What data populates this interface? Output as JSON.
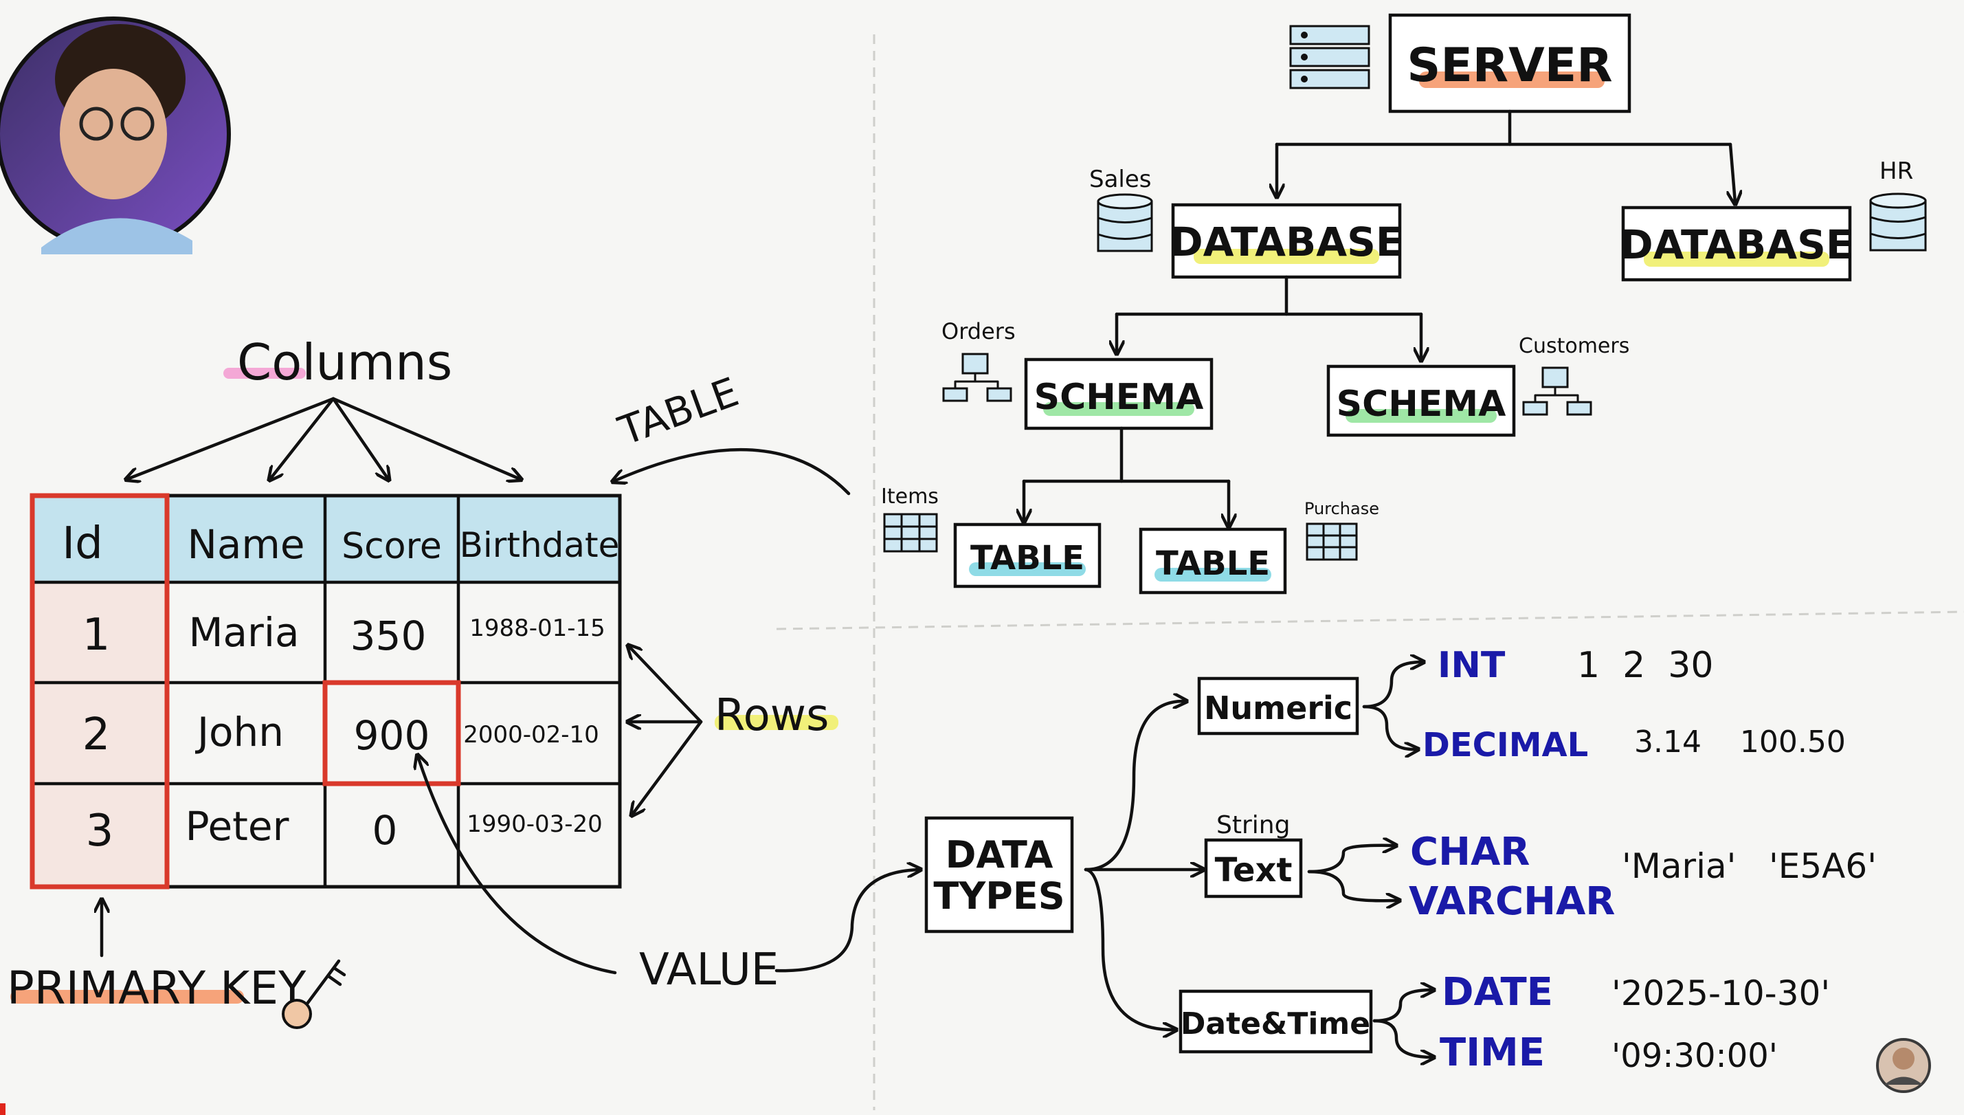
{
  "colors": {
    "table_header": "#c3e3ee",
    "key_column": "#f5e6e1",
    "primary_key_red": "#d9392b",
    "highlight_pink": "#f4a8d6",
    "highlight_yellow": "#f1f07a",
    "highlight_orange": "#f6a37a",
    "highlight_cyan": "#8fdbe6",
    "highlight_green": "#9fe7a6",
    "type_blue": "#1a1aa8"
  },
  "table_section": {
    "columns_label": "Columns",
    "table_label": "TABLE",
    "rows_label": "Rows",
    "primary_key_label": "PRIMARY KEY",
    "value_label": "VALUE",
    "headers": [
      "Id",
      "Name",
      "Score",
      "Birthdate"
    ],
    "rows": [
      [
        "1",
        "Maria",
        "350",
        "1988-01-15"
      ],
      [
        "2",
        "John",
        "900",
        "2000-02-10"
      ],
      [
        "3",
        "Peter",
        "0",
        "1990-03-20"
      ]
    ]
  },
  "hierarchy": {
    "server": "SERVER",
    "databases": [
      {
        "label": "DATABASE",
        "name": "Sales"
      },
      {
        "label": "DATABASE",
        "name": "HR"
      }
    ],
    "schemas": [
      {
        "label": "SCHEMA",
        "name": "Orders"
      },
      {
        "label": "SCHEMA",
        "name": "Customers"
      }
    ],
    "tables": [
      {
        "label": "TABLE",
        "name": "Items"
      },
      {
        "label": "TABLE",
        "name": "Purchase"
      }
    ]
  },
  "data_types": {
    "root": "DATA TYPES",
    "groups": [
      {
        "label": "Numeric",
        "note": "",
        "types": [
          {
            "name": "INT",
            "examples": "1  2  30"
          },
          {
            "name": "DECIMAL",
            "examples": "3.14    100.50"
          }
        ]
      },
      {
        "label": "Text",
        "note": "String",
        "types": [
          {
            "name": "CHAR",
            "examples": ""
          },
          {
            "name": "VARCHAR",
            "examples": "'Maria'   'E5A6'"
          }
        ]
      },
      {
        "label": "Date&Time",
        "note": "",
        "types": [
          {
            "name": "DATE",
            "examples": "'2025-10-30'"
          },
          {
            "name": "TIME",
            "examples": "'09:30:00'"
          }
        ]
      }
    ]
  }
}
